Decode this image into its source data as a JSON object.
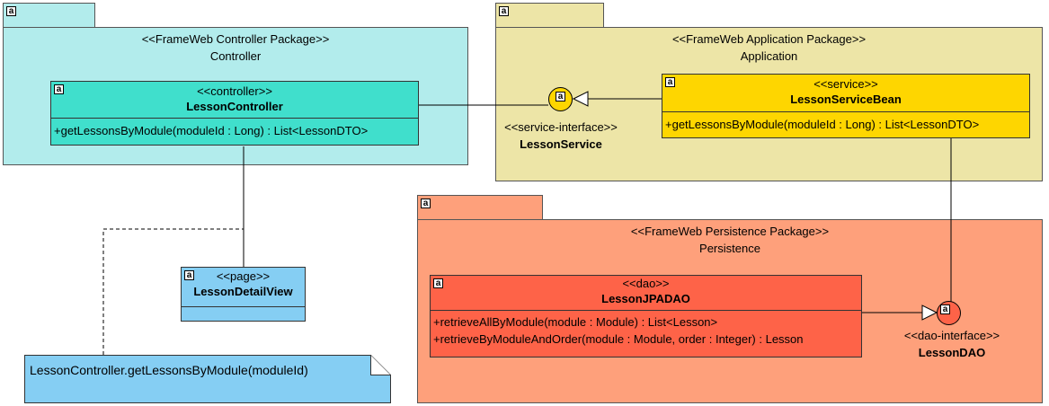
{
  "controller_package": {
    "stereotype": "<<FrameWeb Controller Package>>",
    "name": "Controller",
    "fill": "#b2ecec",
    "classes": {
      "lesson_controller": {
        "stereotype": "<<controller>>",
        "name": "LessonController",
        "fill": "#40dfcc",
        "operations": [
          "+getLessonsByModule(moduleId : Long) : List<LessonDTO>"
        ]
      }
    }
  },
  "application_package": {
    "stereotype": "<<FrameWeb Application Package>>",
    "name": "Application",
    "fill": "#ede5a7",
    "classes": {
      "lesson_service_bean": {
        "stereotype": "<<service>>",
        "name": "LessonServiceBean",
        "fill": "#fed600",
        "operations": [
          "+getLessonsByModule(moduleId : Long) : List<LessonDTO>"
        ]
      }
    }
  },
  "persistence_package": {
    "stereotype": "<<FrameWeb Persistence Package>>",
    "name": "Persistence",
    "fill": "#fea07b",
    "classes": {
      "lesson_jpadao": {
        "stereotype": "<<dao>>",
        "name": "LessonJPADAO",
        "fill": "#fe6348",
        "operations": [
          "+retrieveAllByModule(module : Module) : List<Lesson>",
          "+retrieveByModuleAndOrder(module : Module, order : Integer) : Lesson"
        ]
      }
    }
  },
  "page": {
    "stereotype": "<<page>>",
    "name": "LessonDetailView",
    "fill": "#85cef3"
  },
  "interfaces": {
    "lesson_service": {
      "stereotype": "<<service-interface>>",
      "name": "LessonService",
      "fill": "#fed600"
    },
    "lesson_dao": {
      "stereotype": "<<dao-interface>>",
      "name": "LessonDAO",
      "fill": "#fe6348"
    }
  },
  "note": {
    "text": "LessonController.getLessonsByModule(moduleId)",
    "fill": "#85cef3"
  },
  "icon_letter": "a"
}
